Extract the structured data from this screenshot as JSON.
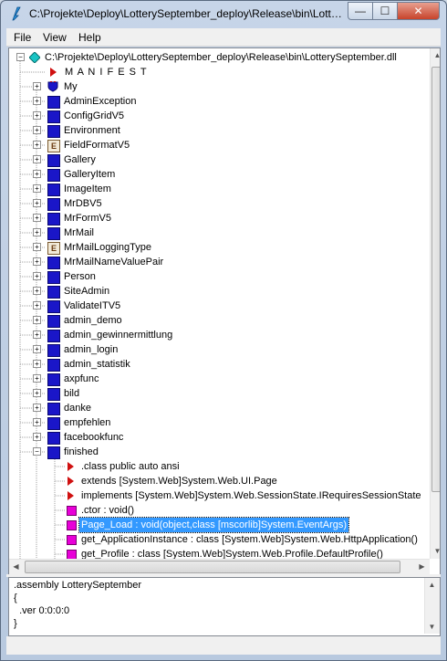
{
  "window": {
    "title": "C:\\Projekte\\Deploy\\LotterySeptember_deploy\\Release\\bin\\Lott…",
    "minimize_glyph": "—",
    "maximize_glyph": "☐",
    "close_glyph": "✕"
  },
  "menu": {
    "file": "File",
    "view": "View",
    "help": "Help"
  },
  "tree": {
    "root": "C:\\Projekte\\Deploy\\LotterySeptember_deploy\\Release\\bin\\LotterySeptember.dll",
    "manifest": "M A N I F E S T",
    "my": "My",
    "types": [
      {
        "label": "AdminException",
        "icon": "class-icon"
      },
      {
        "label": "ConfigGridV5",
        "icon": "class-icon"
      },
      {
        "label": "Environment",
        "icon": "class-icon"
      },
      {
        "label": "FieldFormatV5",
        "icon": "enum-icon"
      },
      {
        "label": "Gallery",
        "icon": "class-icon"
      },
      {
        "label": "GalleryItem",
        "icon": "class-icon"
      },
      {
        "label": "ImageItem",
        "icon": "class-icon"
      },
      {
        "label": "MrDBV5",
        "icon": "class-icon"
      },
      {
        "label": "MrFormV5",
        "icon": "class-icon"
      },
      {
        "label": "MrMail",
        "icon": "class-icon"
      },
      {
        "label": "MrMailLoggingType",
        "icon": "enum-icon"
      },
      {
        "label": "MrMailNameValuePair",
        "icon": "class-icon"
      },
      {
        "label": "Person",
        "icon": "class-icon"
      },
      {
        "label": "SiteAdmin",
        "icon": "class-icon"
      },
      {
        "label": "ValidateITV5",
        "icon": "class-icon"
      },
      {
        "label": "admin_demo",
        "icon": "class-icon"
      },
      {
        "label": "admin_gewinnermittlung",
        "icon": "class-icon"
      },
      {
        "label": "admin_login",
        "icon": "class-icon"
      },
      {
        "label": "admin_statistik",
        "icon": "class-icon"
      },
      {
        "label": "axpfunc",
        "icon": "class-icon"
      },
      {
        "label": "bild",
        "icon": "class-icon"
      },
      {
        "label": "danke",
        "icon": "class-icon"
      },
      {
        "label": "empfehlen",
        "icon": "class-icon"
      },
      {
        "label": "facebookfunc",
        "icon": "class-icon"
      },
      {
        "label": "finished",
        "icon": "class-icon"
      }
    ],
    "finished_children": [
      {
        "label": ".class public auto ansi",
        "icon": "info-triangle-icon"
      },
      {
        "label": "extends [System.Web]System.Web.UI.Page",
        "icon": "info-triangle-icon"
      },
      {
        "label": "implements [System.Web]System.Web.SessionState.IRequiresSessionState",
        "icon": "info-triangle-icon"
      },
      {
        "label": ".ctor : void()",
        "icon": "method-icon"
      },
      {
        "label": "Page_Load : void(object,class [mscorlib]System.EventArgs)",
        "icon": "method-icon",
        "selected": true
      },
      {
        "label": "get_ApplicationInstance : class [System.Web]System.Web.HttpApplication()",
        "icon": "method-icon"
      },
      {
        "label": "get_Profile : class [System.Web]System.Web.Profile.DefaultProfile()",
        "icon": "method-icon"
      }
    ]
  },
  "code": {
    "lines": [
      ".assembly LotterySeptember",
      "{",
      "  .ver 0:0:0:0",
      "}"
    ]
  },
  "colors": {
    "class_icon": "#1a16c8",
    "method_icon": "#e800d8",
    "selection": "#3399ff",
    "triangle": "#d01010"
  }
}
